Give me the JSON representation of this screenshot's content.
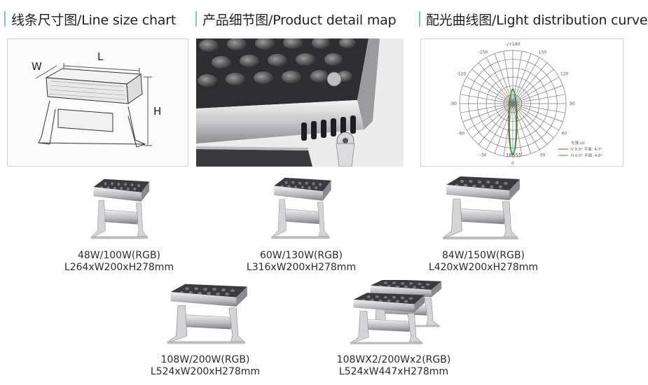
{
  "headers": [
    "线条尺寸图/Line size chart",
    "产品细节图/Product detail map",
    "配光曲线图/Light distribution curve"
  ],
  "dimension_chart": {
    "w": "W",
    "l": "L",
    "h": "H"
  },
  "polar": {
    "angles": [
      "-/+180",
      "-150",
      "150",
      "-120",
      "120",
      "-90",
      "90",
      "-60",
      "60",
      "-30",
      "30",
      "0"
    ],
    "center_value": "18655",
    "legend": [
      "光强   cd",
      "V 0.0°  平面: 4.7°",
      "H 0.0°  平面: 4.8°"
    ],
    "colors": {
      "v_curve": "#c0392b",
      "h_curve": "#27a04a"
    }
  },
  "products": [
    {
      "power": "48W/100W(RGB)",
      "size": "L264xW200xH278mm"
    },
    {
      "power": "60W/130W(RGB)",
      "size": "L316xW200xH278mm"
    },
    {
      "power": "84W/150W(RGB)",
      "size": "L420xW200xH278mm"
    },
    {
      "power": "108W/200W(RGB)",
      "size": "L524xW200xH278mm"
    },
    {
      "power": "108WX2/200Wx2(RGB)",
      "size": "L524xW447xH278mm"
    }
  ]
}
